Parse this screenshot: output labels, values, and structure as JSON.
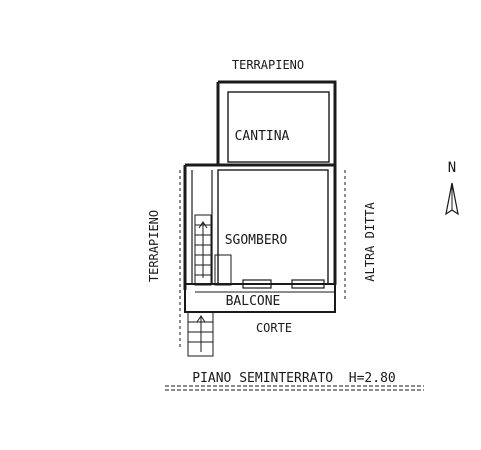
{
  "plan": {
    "labels": {
      "terrapieno_top": "TERRAPIENO",
      "terrapieno_left": "TERRAPIENO",
      "cantina": "CANTINA",
      "sgombero": "SGOMBERO",
      "balcone": "BALCONE",
      "corte": "CORTE",
      "altra_ditta": "ALTRA DITTA",
      "north": "N"
    },
    "caption": "PIANO SEMINTERRATO  H=2.80"
  },
  "colors": {
    "ink": "#1a1a1a",
    "paper": "#ffffff"
  },
  "icons": {
    "north_arrow": "north-arrow-icon"
  }
}
